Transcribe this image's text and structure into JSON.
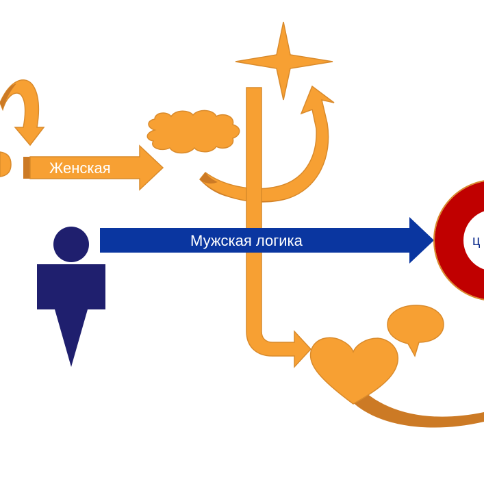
{
  "diagram": {
    "labels": {
      "female_logic": "Женская",
      "male_logic": "Мужская логика",
      "ring_fragment": "ц"
    },
    "colors": {
      "orange": "#f7a033",
      "orange_dark": "#cc7a25",
      "orange_outline": "#d98a2b",
      "navy": "#1f1f6e",
      "blue_arrow": "#0a36a0",
      "red_ring": "#c00000",
      "background": "#ffffff"
    },
    "icons": [
      "person-icon",
      "heart-icon",
      "speech-bubble-icon",
      "cloud-icon",
      "star-icon",
      "curved-arrow-icon",
      "target-ring-icon"
    ]
  }
}
